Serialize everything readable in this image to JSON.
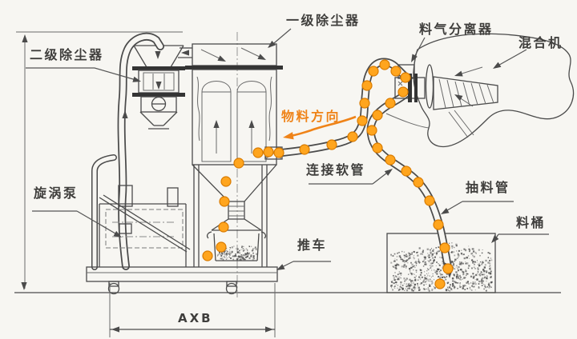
{
  "diagram": {
    "labels": {
      "primary": "一级除尘器",
      "secondary": "二级除尘器",
      "separator": "料气分离器",
      "mixer": "混合机",
      "direction": "物料方向",
      "hose": "连接软管",
      "suction": "抽料管",
      "barrel": "料桶",
      "pump": "旋涡泵",
      "cart": "推车",
      "dimension": "AXB"
    },
    "colors": {
      "line": "#4b4b4b",
      "background": "#f7f6f2",
      "material_dot": "#ffa51e",
      "material_dot_edge": "#d97b00",
      "direction_text": "#ef8318",
      "label_text": "#3f3e3c",
      "speckle": "#4a4a4a"
    }
  }
}
